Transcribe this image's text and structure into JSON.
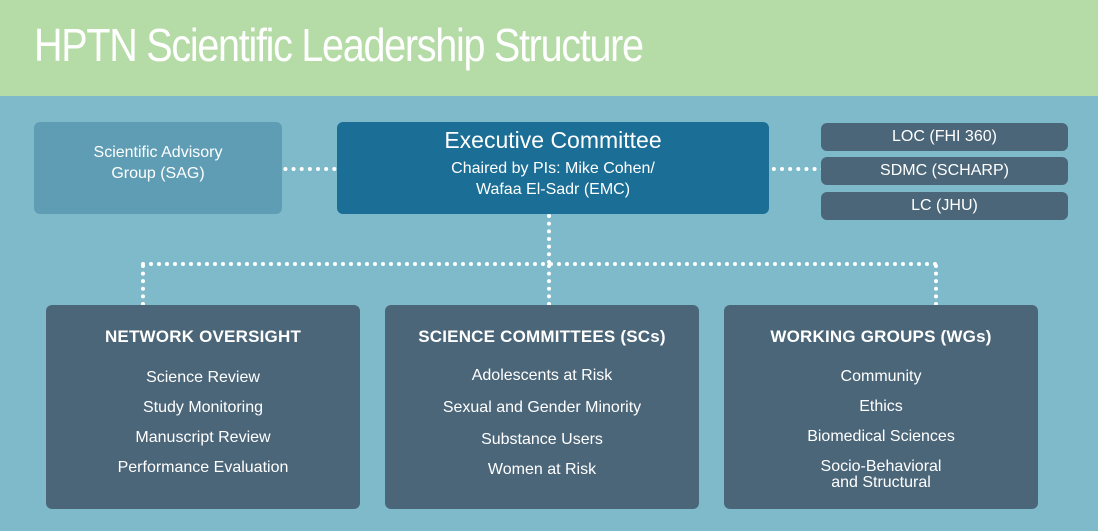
{
  "header": {
    "title": "HPTN Scientific Leadership Structure"
  },
  "sag": {
    "line1": "Scientific Advisory",
    "line2": "Group (SAG)"
  },
  "executive": {
    "title": "Executive Committee",
    "line1": "Chaired by PIs: Mike Cohen/",
    "line2": "Wafaa El-Sadr (EMC)"
  },
  "side_boxes": [
    "LOC (FHI 360)",
    "SDMC (SCHARP)",
    "LC (JHU)"
  ],
  "panels": [
    {
      "heading": "NETWORK OVERSIGHT",
      "items": [
        "Science Review",
        "Study Monitoring",
        "Manuscript Review",
        "Performance Evaluation"
      ]
    },
    {
      "heading": "SCIENCE COMMITTEES (SCs)",
      "items": [
        "Adolescents at Risk",
        "Sexual and Gender Minority",
        "Substance Users",
        "Women at Risk"
      ]
    },
    {
      "heading": "WORKING GROUPS (WGs)",
      "items": [
        "Community",
        "Ethics",
        "Biomedical Sciences",
        "Socio-Behavioral",
        "and Structural"
      ]
    }
  ],
  "colors": {
    "background": "#7fbacb",
    "header": "#b5dba6",
    "executive": "#1b6e96",
    "sag": "#5f9db4",
    "panel": "#4b6679"
  }
}
